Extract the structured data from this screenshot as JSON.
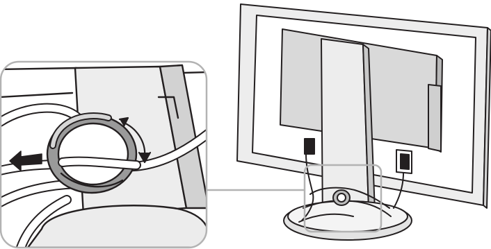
{
  "colors": {
    "background": "#ffffff",
    "line": "#231f20",
    "light_gray": "#ededed",
    "mid_gray": "#d6d6d6",
    "dark_gray": "#9a9a9a",
    "inset_frame": "#b3b3b3",
    "arrow": "#231f20"
  },
  "icons": {
    "monitor": "monitor-rear-view",
    "holder": "cable-holder-ring",
    "pull_arrow": "pull-left-arrow",
    "rotate_arrow": "rotate-arrow"
  }
}
